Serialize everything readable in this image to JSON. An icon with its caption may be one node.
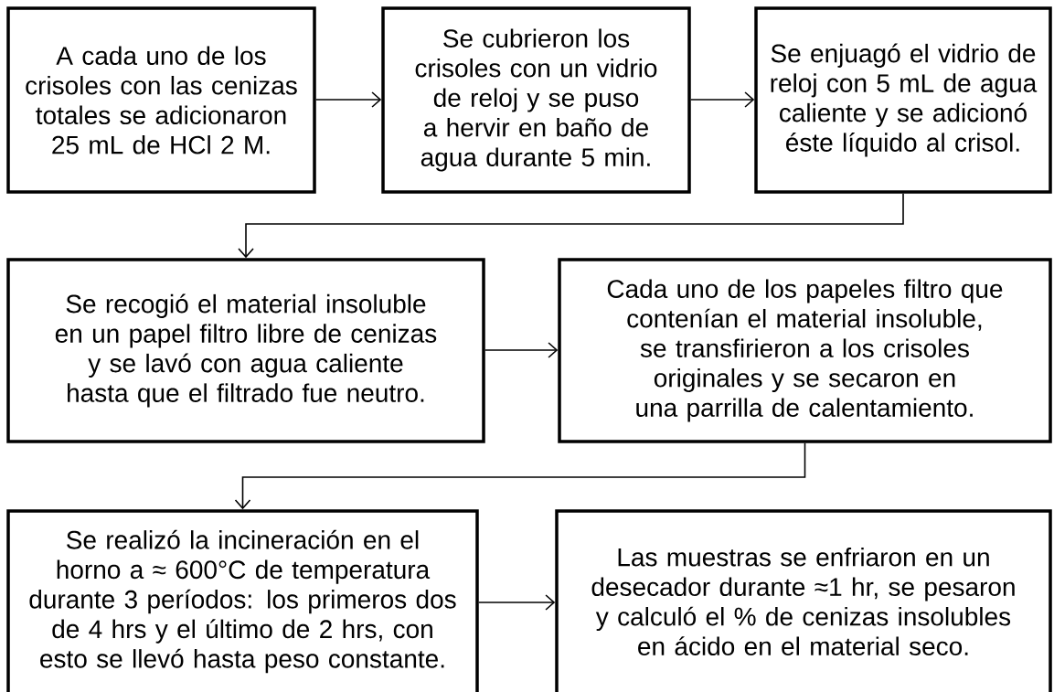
{
  "diagram": {
    "nodes": [
      {
        "text": [
          "A cada uno de los crisoles con las cenizas totales se adicionaron 25 mL de HCl 2 M."
        ]
      },
      {
        "text": [
          "Se cubrieron los crisoles con un vidrio de reloj  y se puso a hervir en baño de agua durante 5 min."
        ]
      },
      {
        "text": [
          "Se enjuagó el vidrio de reloj con 5 mL de agua caliente y se adicionó éste líquido al crisol."
        ]
      },
      {
        "text": [
          "Se recogió el material insoluble en un papel filtro libre de cenizas y se lavó con agua caliente hasta que el filtrado fue neutro."
        ]
      },
      {
        "text": [
          "Cada uno de los papeles filtro que contenían el material insoluble, se transfirieron a los crisoles originales y se secaron en una parrilla de calentamiento."
        ]
      },
      {
        "text": [
          "Se realizó la incineración en el horno a ≈ 600°C de temperatura durante 3 períodos: los primeros dos de 4 hrs y el último de 2 hrs, con esto se llevó hasta peso constante."
        ]
      },
      {
        "text": [
          "Las muestras se enfriaron en un desecador durante ≈1 hr, se pesaron y calculó el % de cenizas insolubles en ácido en el material seco."
        ]
      }
    ],
    "edges": [
      {
        "from": 0,
        "to": 1,
        "arrow": "to"
      },
      {
        "from": 1,
        "to": 2,
        "arrow": "to"
      },
      {
        "from": 2,
        "to": 3,
        "arrow": "to"
      },
      {
        "from": 3,
        "to": 4,
        "arrow": "to"
      },
      {
        "from": 4,
        "to": 5,
        "arrow": "to"
      },
      {
        "from": 5,
        "to": 6,
        "arrow": "to"
      }
    ]
  }
}
